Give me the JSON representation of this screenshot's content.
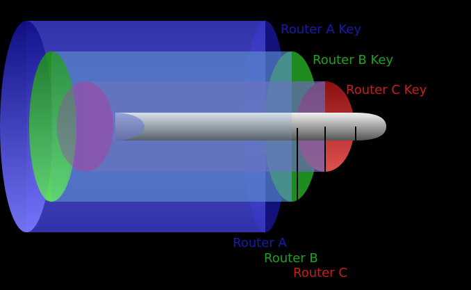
{
  "labels": {
    "router_a_key": "Router A Key",
    "router_b_key": "Router B Key",
    "router_c_key": "Router C Key",
    "router_a": "Router A",
    "router_b": "Router B",
    "router_c": "Router C"
  },
  "colors": {
    "background": "#000000",
    "router_a": "#3b3bd6",
    "router_a_text": "#1a1aa8",
    "router_b": "#2aa82a",
    "router_b_text": "#22a022",
    "router_c": "#c02828",
    "router_c_text": "#c42020",
    "payload": "#d8d8d8"
  }
}
